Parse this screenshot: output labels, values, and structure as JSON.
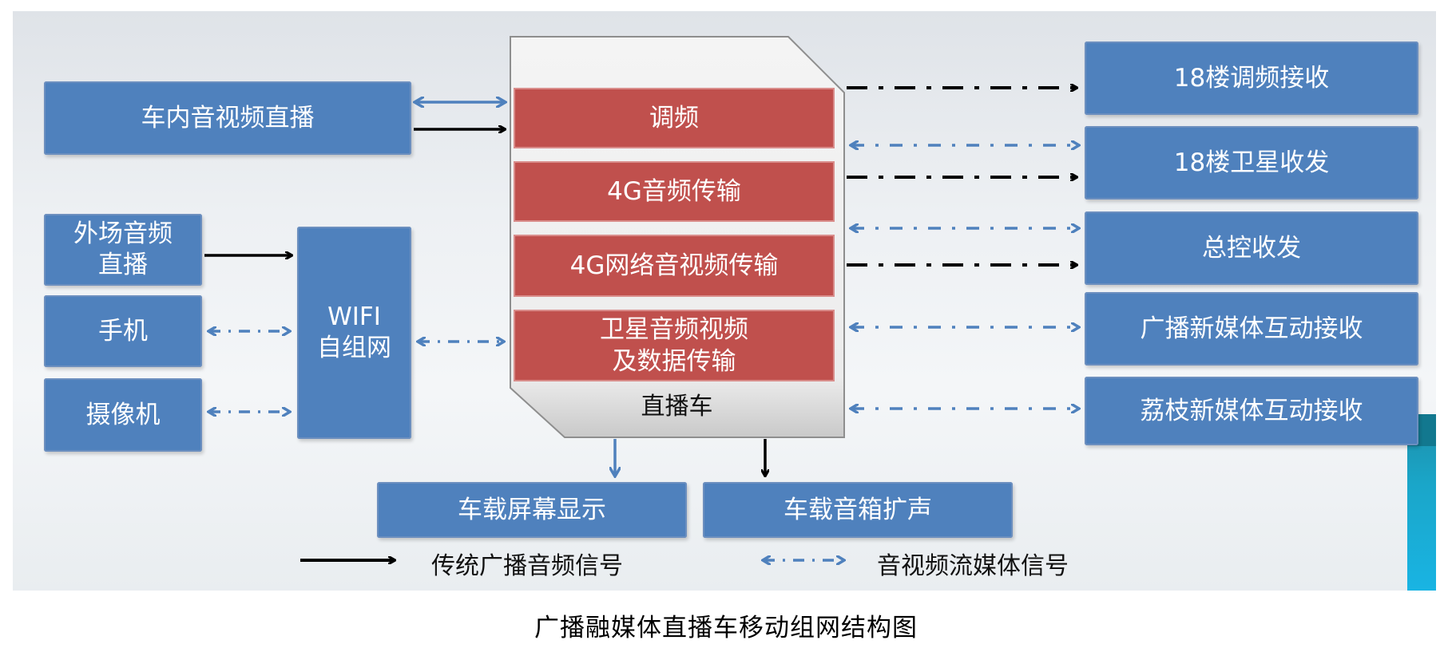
{
  "left_boxes": {
    "live_in_car": "车内音视频直播",
    "outdoor_audio": "外场音频\n直播",
    "phone": "手机",
    "camera": "摄像机",
    "wifi": "WIFI\n自组网"
  },
  "vehicle": {
    "label": "直播车",
    "modules": [
      "调频",
      "4G音频传输",
      "4G网络音视频传输",
      "卫星音频视频\n及数据传输"
    ]
  },
  "right_boxes": [
    "18楼调频接收",
    "18楼卫星收发",
    "总控收发",
    "广播新媒体互动接收",
    "荔枝新媒体互动接收"
  ],
  "bottom_boxes": {
    "screen": "车载屏幕显示",
    "speaker": "车载音箱扩声"
  },
  "legend": {
    "traditional": "传统广播音频信号",
    "streaming": "音视频流媒体信号"
  },
  "caption": "广播融媒体直播车移动组网结构图",
  "colors": {
    "box_blue": "#4f81bd",
    "module_red": "#c0504d",
    "vehicle_gray": "#d9d9d9",
    "traditional_line": "#000000",
    "streaming_line": "#4f81bd"
  }
}
